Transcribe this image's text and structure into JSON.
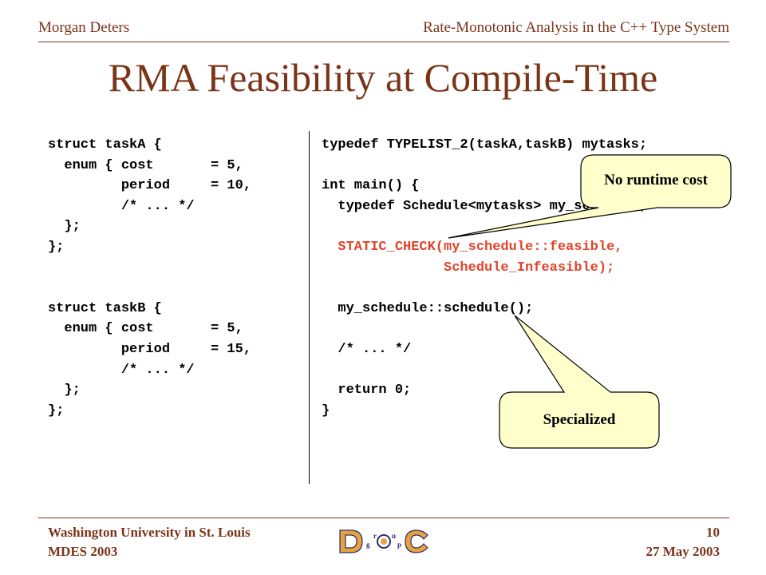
{
  "header": {
    "author": "Morgan Deters",
    "talk_title": "Rate-Monotonic Analysis in the C++ Type System"
  },
  "slide": {
    "title": "RMA Feasibility at Compile-Time"
  },
  "code_left": [
    "struct taskA {",
    "  enum { cost       = 5,",
    "         period     = 10,",
    "         /* ... */",
    "  };",
    "};",
    "",
    "",
    "struct taskB {",
    "  enum { cost       = 5,",
    "         period     = 15,",
    "         /* ... */",
    "  };",
    "};"
  ],
  "code_right": [
    "typedef TYPELIST_2(taskA,taskB) mytasks;",
    "",
    "int main() {",
    "  typedef Schedule<mytasks> my_schedule;",
    "",
    "  STATIC_CHECK(my_schedule::feasible,",
    "               Schedule_Infeasible);",
    "",
    "  my_schedule::schedule();",
    "",
    "  /* ... */",
    "",
    "  return 0;",
    "}"
  ],
  "highlight_color": "#e0442a",
  "callouts": {
    "runtime": "No runtime cost",
    "specialized": "Specialized"
  },
  "footer": {
    "institution": "Washington University in St. Louis",
    "venue": "MDES 2003",
    "page_number": "10",
    "date": "27 May 2003"
  },
  "logo": {
    "icon": "doc-group-logo",
    "letters": [
      "D",
      "g",
      "r",
      "o",
      "u",
      "p",
      "C"
    ]
  }
}
